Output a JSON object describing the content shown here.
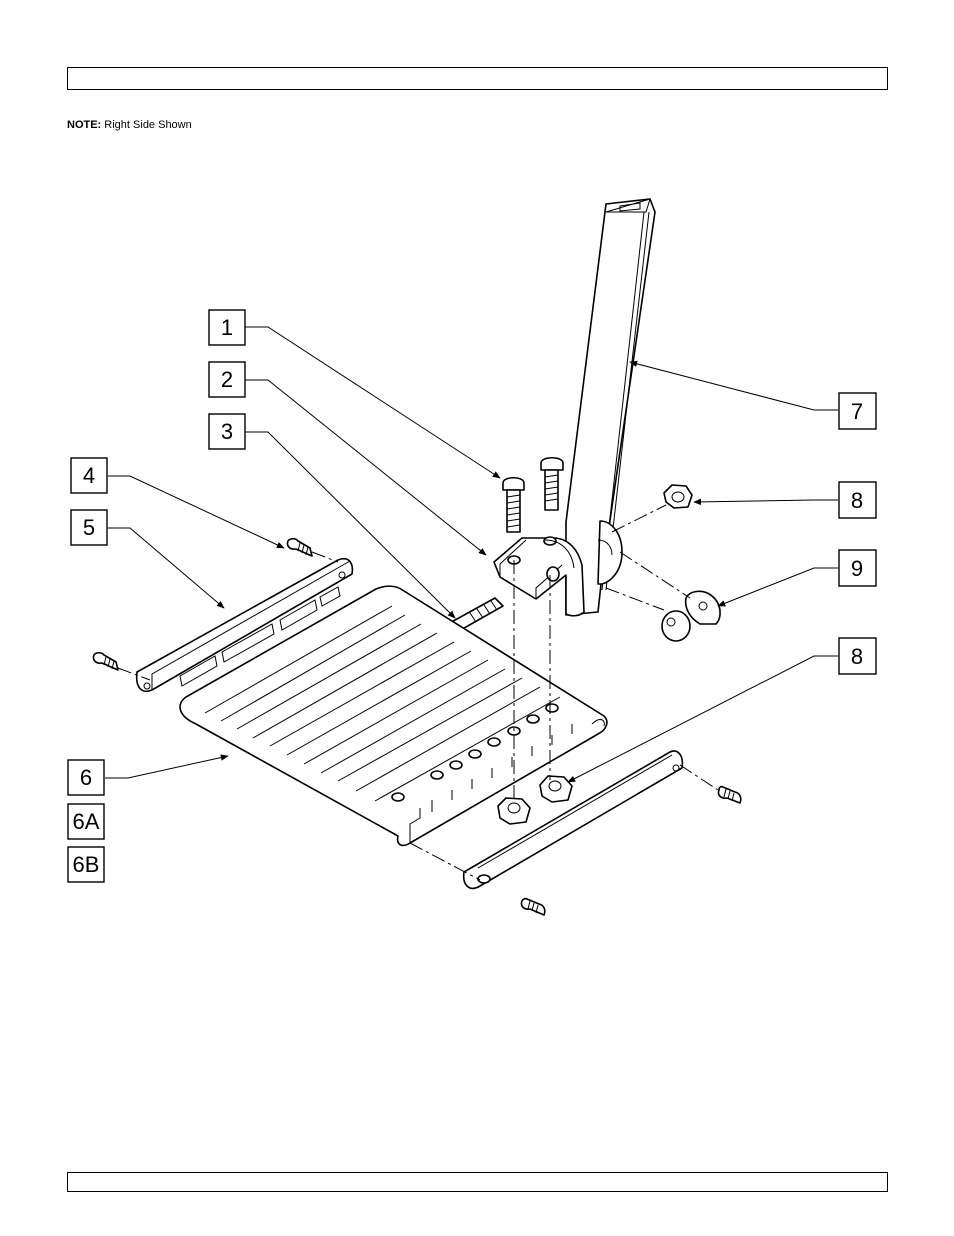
{
  "note": {
    "label": "NOTE:",
    "text": "Right Side Shown"
  },
  "callouts": {
    "c1": "1",
    "c2": "2",
    "c3": "3",
    "c4": "4",
    "c5": "5",
    "c6": "6",
    "c6a": "6A",
    "c6b": "6B",
    "c7": "7",
    "c8_top": "8",
    "c8_bottom": "8",
    "c9": "9"
  }
}
